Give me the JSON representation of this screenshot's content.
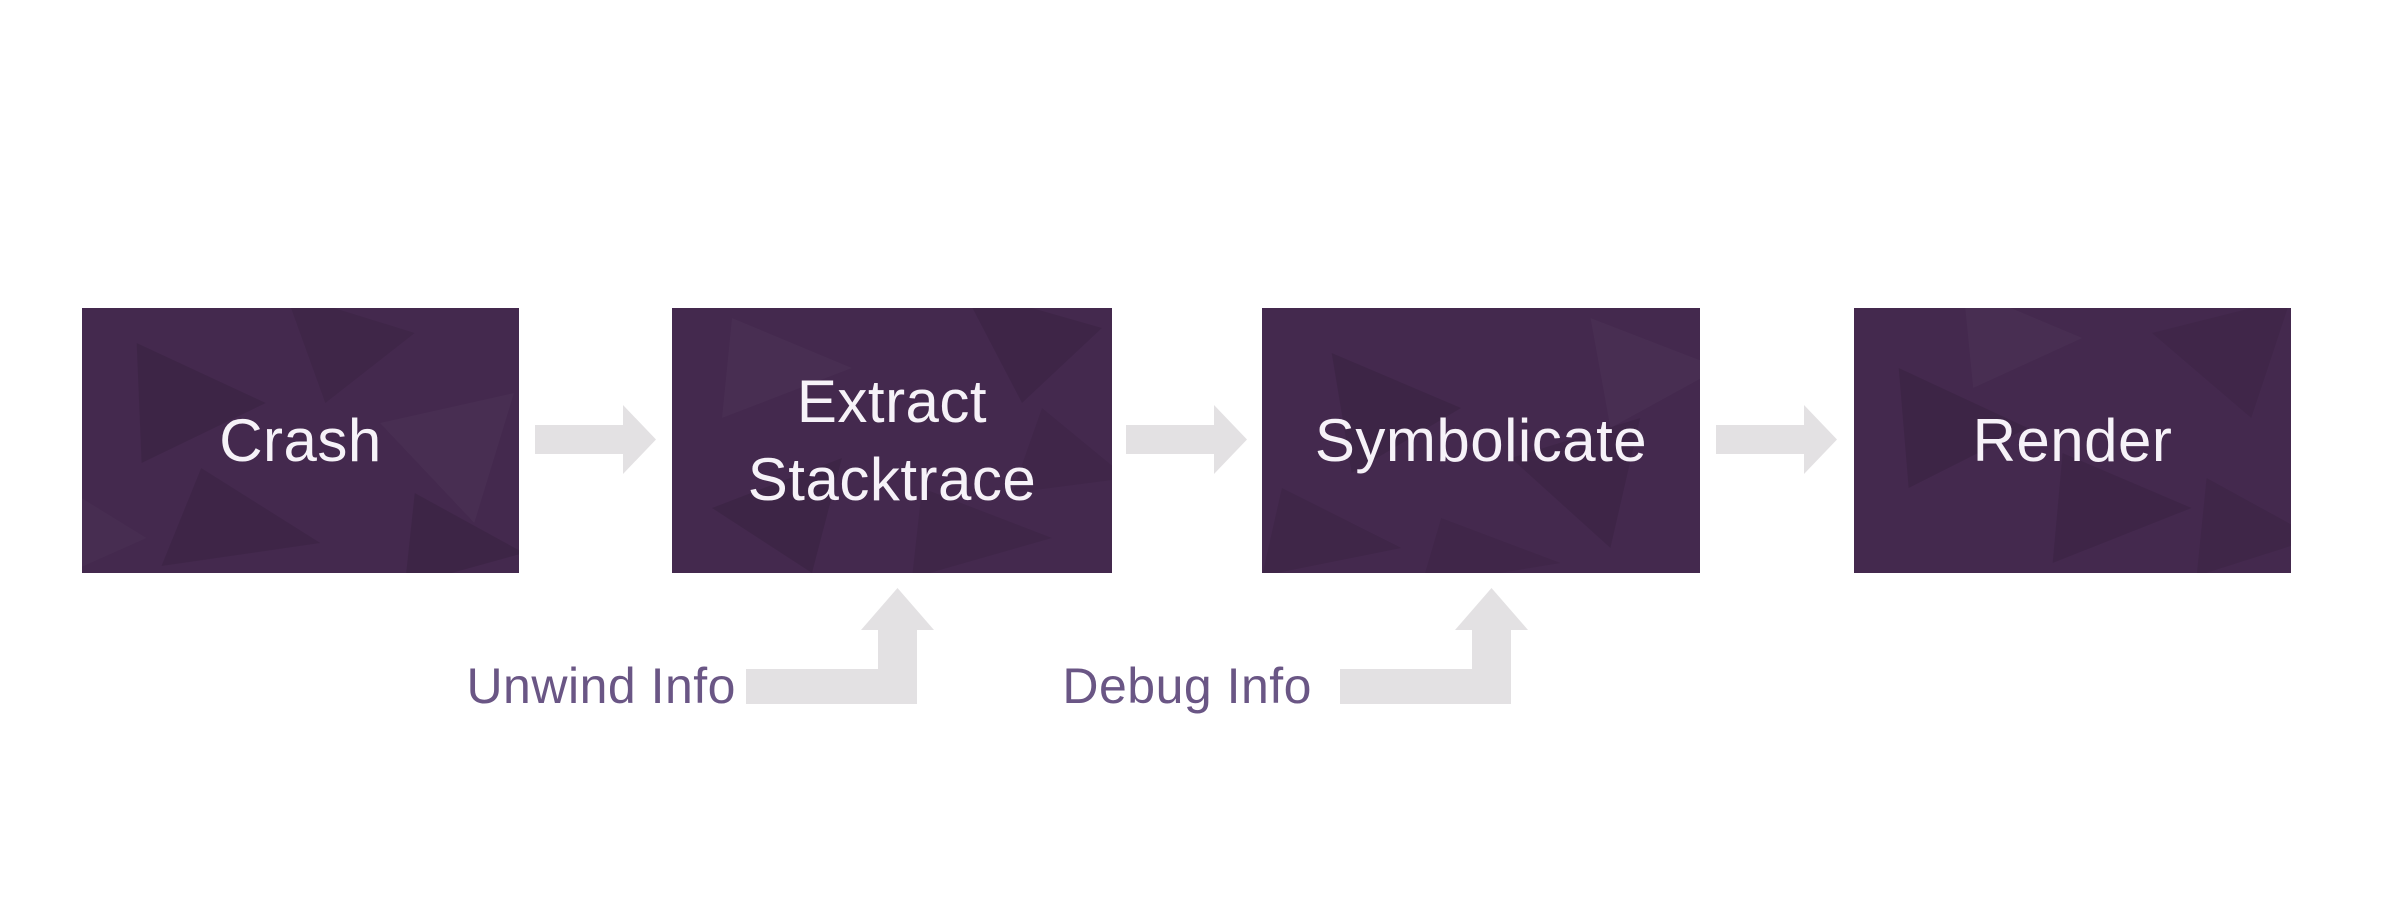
{
  "diagram": {
    "type": "flowchart",
    "colors": {
      "bg": "#ffffff",
      "box-fill": "#44294e",
      "box-text": "#f6f2f8",
      "arrow-fill": "#e3e1e3",
      "input-label": "#6a5685"
    },
    "steps": [
      {
        "label": "Crash"
      },
      {
        "label": "Extract Stacktrace"
      },
      {
        "label": "Symbolicate"
      },
      {
        "label": "Render"
      }
    ],
    "flow_arrows": [
      {
        "from": "Crash",
        "to": "Extract Stacktrace"
      },
      {
        "from": "Extract Stacktrace",
        "to": "Symbolicate"
      },
      {
        "from": "Symbolicate",
        "to": "Render"
      }
    ],
    "inputs": [
      {
        "label": "Unwind Info",
        "feeds_into": "Extract Stacktrace"
      },
      {
        "label": "Debug Info",
        "feeds_into": "Symbolicate"
      }
    ]
  }
}
